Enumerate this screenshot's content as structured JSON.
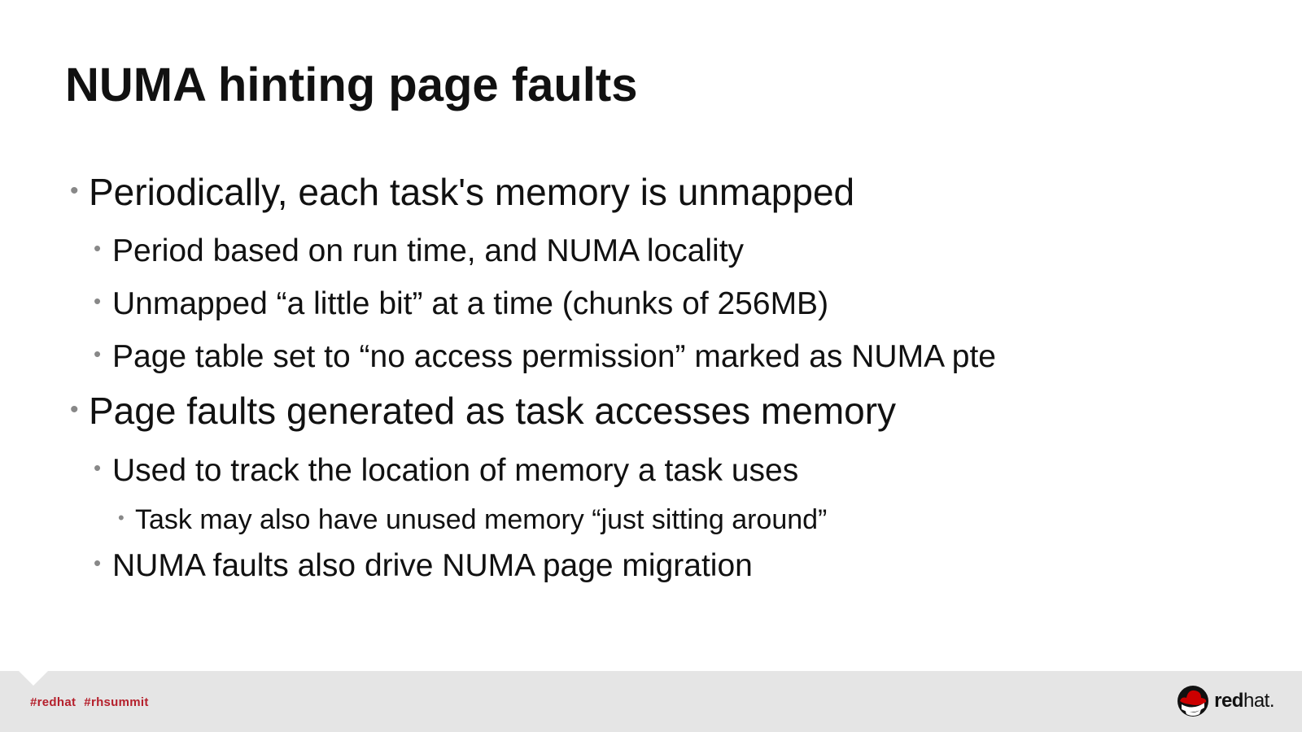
{
  "title": "NUMA hinting page faults",
  "bullets": [
    {
      "level": 1,
      "text": "Periodically, each task's memory is unmapped"
    },
    {
      "level": 2,
      "text": "Period based on run time, and NUMA locality"
    },
    {
      "level": 2,
      "text": "Unmapped “a little bit” at a time (chunks of 256MB)"
    },
    {
      "level": 2,
      "text": "Page table set to “no access permission” marked as NUMA pte"
    },
    {
      "level": 1,
      "text": "Page faults generated as task accesses memory"
    },
    {
      "level": 2,
      "text": "Used to track the location of memory a task uses"
    },
    {
      "level": 3,
      "text": "Task may also have unused memory “just sitting around”"
    },
    {
      "level": 2,
      "text": "NUMA faults also drive NUMA page migration"
    }
  ],
  "bullet_glyph": "•",
  "footer": {
    "tags": [
      "#redhat",
      "#rhsummit"
    ],
    "logo": {
      "bold": "red",
      "light": "hat."
    }
  },
  "colors": {
    "accent": "#b5202c",
    "footer_bg": "#e5e5e5",
    "bullet": "#888888"
  }
}
